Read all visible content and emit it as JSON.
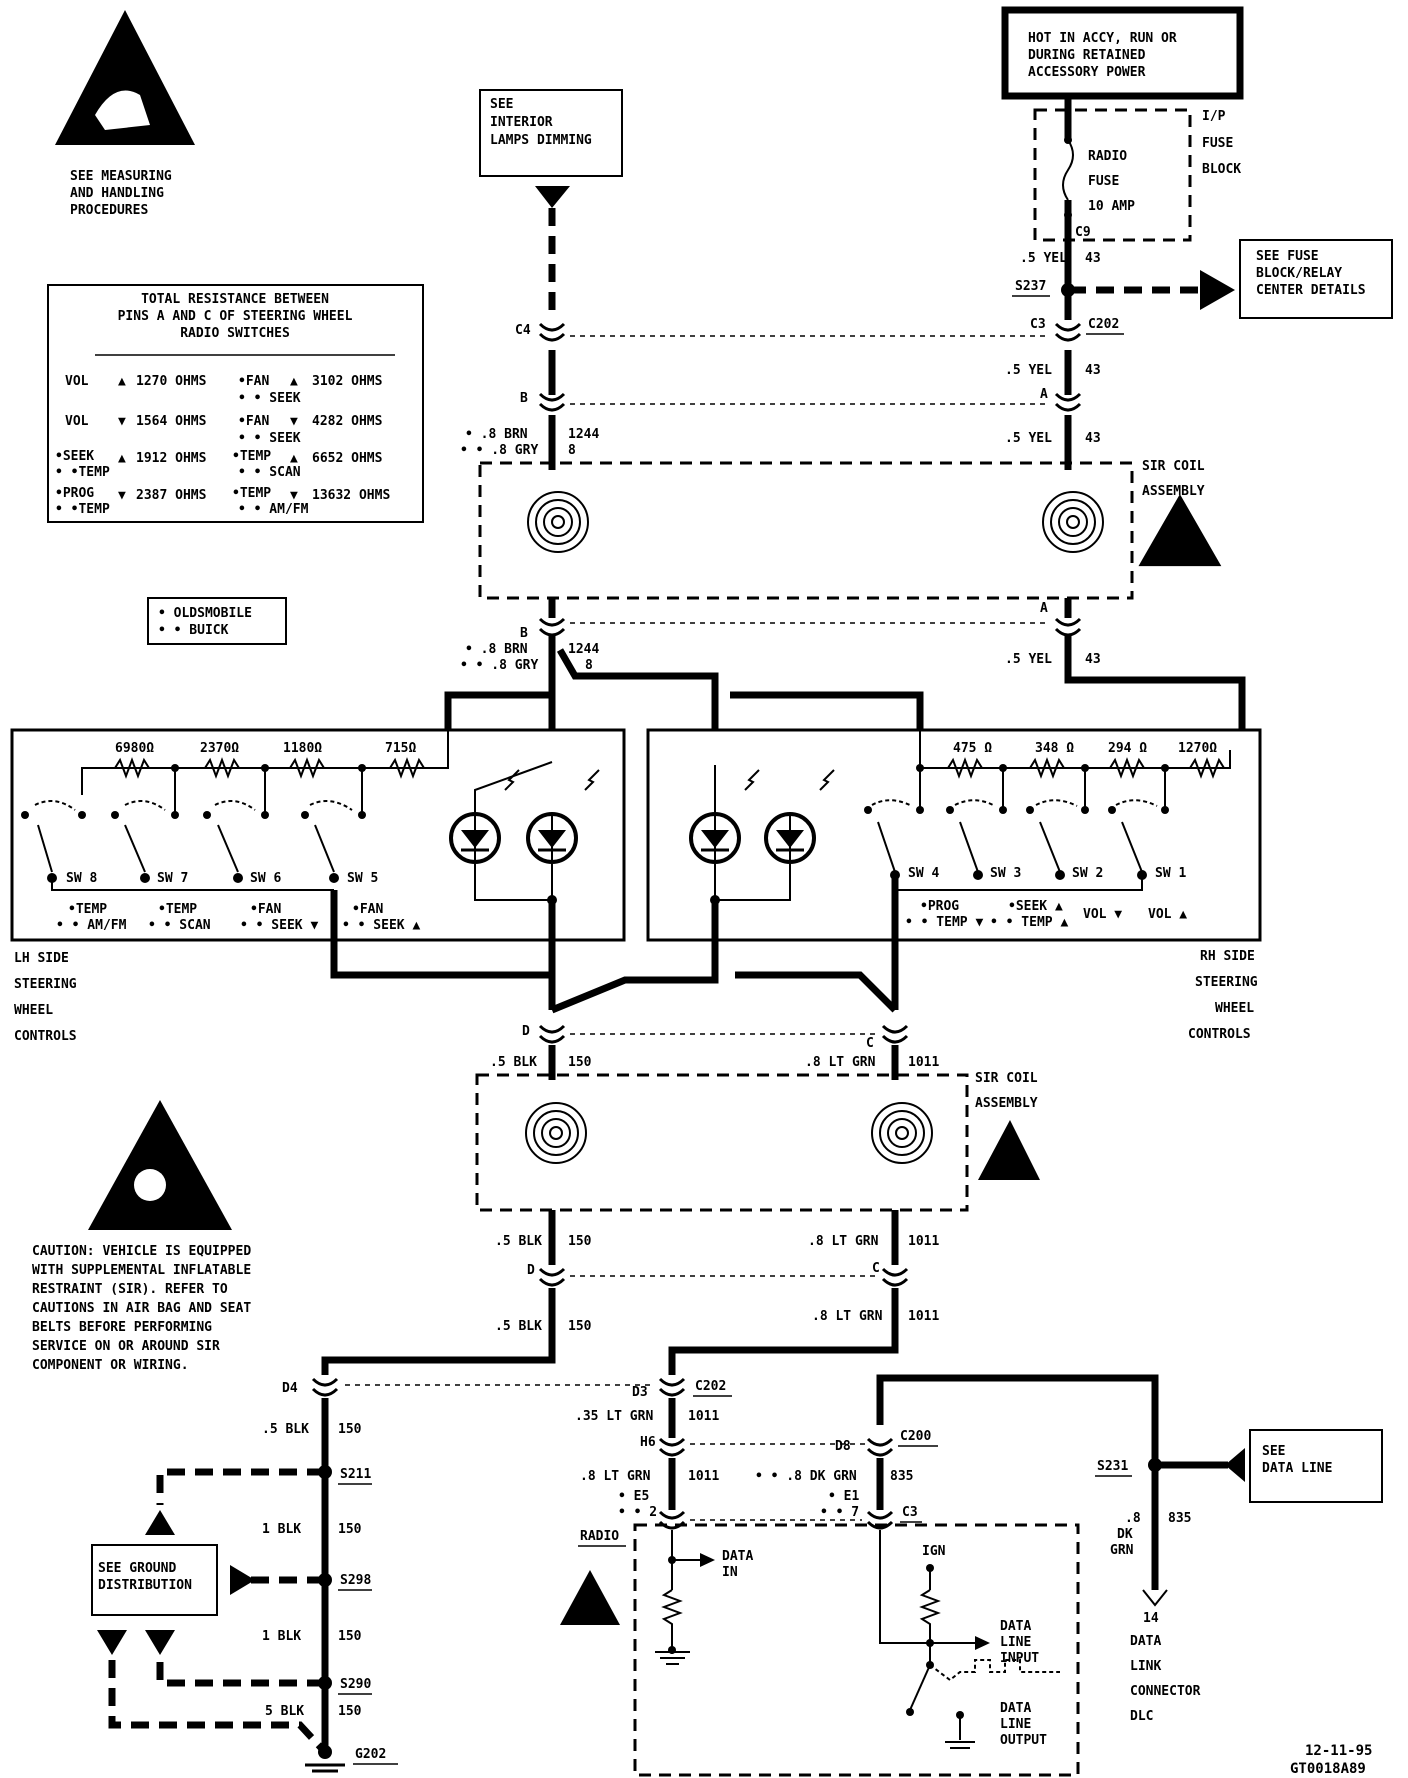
{
  "handling_note": [
    "SEE MEASURING",
    "AND HANDLING",
    "PROCEDURES"
  ],
  "caution_note": [
    "CAUTION: VEHICLE IS EQUIPPED",
    "WITH SUPPLEMENTAL INFLATABLE",
    "RESTRAINT (SIR). REFER TO",
    "CAUTIONS IN AIR BAG AND SEAT",
    "BELTS BEFORE PERFORMING",
    "SERVICE ON OR AROUND SIR",
    "COMPONENT OR WIRING."
  ],
  "hot_box": [
    "HOT IN ACCY, RUN OR",
    "DURING RETAINED",
    "ACCESSORY POWER"
  ],
  "see_interior": [
    "SEE",
    "INTERIOR",
    "LAMPS DIMMING"
  ],
  "see_fuse": [
    "SEE FUSE",
    "BLOCK/RELAY",
    "CENTER DETAILS"
  ],
  "see_data_line": [
    "SEE",
    "DATA LINE"
  ],
  "see_ground": [
    "SEE GROUND",
    "DISTRIBUTION"
  ],
  "fuse_block": [
    "I/P",
    "FUSE",
    "BLOCK"
  ],
  "radio_fuse": [
    "RADIO",
    "FUSE",
    "10 AMP"
  ],
  "resistance_table": {
    "title": [
      "TOTAL RESISTANCE BETWEEN",
      "PINS A AND C OF STEERING WHEEL",
      "RADIO SWITCHES"
    ],
    "rows": [
      {
        "left": "VOL",
        "left2": "",
        "arrow1": "▲",
        "ohms1": "1270 OHMS",
        "right": "•FAN",
        "right2": "• • SEEK",
        "arrow2": "▲",
        "ohms2": "3102  OHMS"
      },
      {
        "left": "VOL",
        "left2": "",
        "arrow1": "▼",
        "ohms1": "1564 OHMS",
        "right": "•FAN",
        "right2": "• • SEEK",
        "arrow2": "▼",
        "ohms2": "4282  OHMS"
      },
      {
        "left": "•SEEK",
        "left2": "• •TEMP",
        "arrow1": "▲",
        "ohms1": "1912 OHMS",
        "right": "•TEMP",
        "right2": "• • SCAN",
        "arrow2": "▲",
        "ohms2": "6652  OHMS"
      },
      {
        "left": "•PROG",
        "left2": "• •TEMP",
        "arrow1": "▼",
        "ohms1": "2387 OHMS",
        "right": "•TEMP",
        "right2": "• • AM/FM",
        "arrow2": "▼",
        "ohms2": "13632 OHMS"
      }
    ]
  },
  "legend": [
    "• OLDSMOBILE",
    "• • BUICK"
  ],
  "sir_coil_label": [
    "SIR COIL",
    "ASSEMBLY"
  ],
  "lh_label": [
    "LH SIDE",
    "STEERING",
    "WHEEL",
    "CONTROLS"
  ],
  "rh_label": [
    "RH SIDE",
    "STEERING",
    "WHEEL",
    "CONTROLS"
  ],
  "lh_resistors": [
    "6980Ω",
    "2370Ω",
    "1180Ω",
    "715Ω"
  ],
  "rh_resistors": [
    "475 Ω",
    "348 Ω",
    "294 Ω",
    "1270Ω"
  ],
  "lh_switches": [
    {
      "name": "SW 8",
      "f1": "•TEMP",
      "f2": "• • AM/FM"
    },
    {
      "name": "SW 7",
      "f1": "•TEMP",
      "f2": "• • SCAN"
    },
    {
      "name": "SW 6",
      "f1": "•FAN",
      "f2": "• • SEEK ▼"
    },
    {
      "name": "SW 5",
      "f1": "•FAN",
      "f2": "• • SEEK ▲"
    }
  ],
  "rh_switches": [
    {
      "name": "SW 4",
      "f1": "•PROG",
      "f2": "• • TEMP ▼"
    },
    {
      "name": "SW 3",
      "f1": "•SEEK ▲",
      "f2": "• • TEMP ▲"
    },
    {
      "name": "SW 2",
      "f1": "VOL ▼",
      "f2": ""
    },
    {
      "name": "SW 1",
      "f1": "VOL ▲",
      "f2": ""
    }
  ],
  "wires": {
    "c9": "C9",
    "yel43a": ".5 YEL",
    "n43": "43",
    "s237": "S237",
    "c3": "C3",
    "c202": "C202",
    "c4": "C4",
    "b": "B",
    "a": "A",
    "brn": "• .8 BRN",
    "gry": "• • .8 GRY",
    "n1244": "1244",
    "n8": "8",
    "d": "D",
    "c": "C",
    "blk5": ".5 BLK",
    "n150": "150",
    "ltgrn8": ".8 LT GRN",
    "n1011": "1011",
    "d4": "D4",
    "d3": "D3",
    "ltgrn35": ".35 LT GRN",
    "h6": "H6",
    "d8": "D8",
    "c200": "C200",
    "dkgrn": "• • .8 DK GRN",
    "n835": "835",
    "e5": "• E5",
    "p2": "• • 2",
    "e1": "• E1",
    "p7": "• • 7",
    "c3b": "C3",
    "radio": "RADIO",
    "s211": "S211",
    "s298": "S298",
    "s290": "S290",
    "g202": "G202",
    "blk1": "1 BLK",
    "blk5b": "5 BLK",
    "s231": "S231",
    "dk8": ".8",
    "dk": "DK",
    "grn": "GRN",
    "n14": "14",
    "dlc": [
      "DATA",
      "LINK",
      "CONNECTOR",
      "DLC"
    ]
  },
  "radio_internal": {
    "data_in": [
      "DATA",
      "IN"
    ],
    "ign": "IGN",
    "dl_input": [
      "DATA",
      "LINE",
      "INPUT"
    ],
    "dl_output": [
      "DATA",
      "LINE",
      "OUTPUT"
    ]
  },
  "footer": [
    "12-11-95",
    "GT0018A89"
  ]
}
